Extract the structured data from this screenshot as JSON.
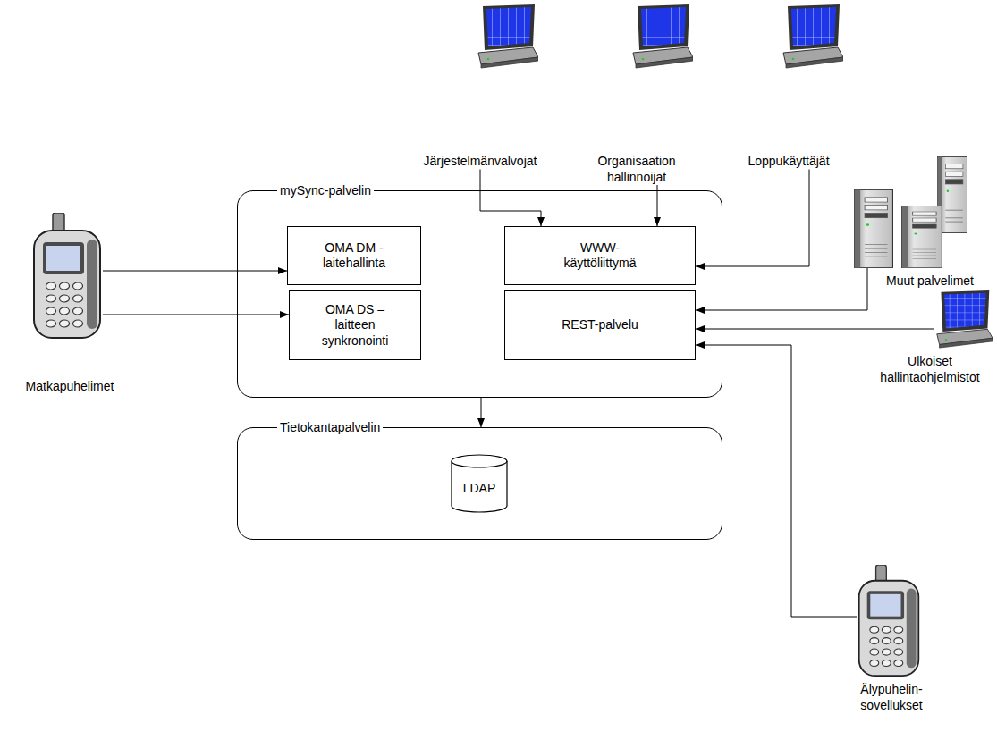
{
  "diagram": {
    "nodes": [
      {
        "text": [
          "Järjestelmänvalvojat"
        ]
      },
      {
        "text": [
          "Organisaation hallinnoijat"
        ]
      },
      {
        "text": [
          "Loppukäyttäjät"
        ]
      },
      {
        "text": [
          "Matkapuhelimet"
        ]
      },
      {
        "text": [
          "mySync-palvelin"
        ]
      },
      {
        "text": [
          "OMA DM - laitehallinta"
        ],
        "in": 4
      },
      {
        "text": [
          "WWW- käyttöliittymä"
        ],
        "in": 4
      },
      {
        "text": [
          "OMA DS – laitteen synkronointi"
        ],
        "in": 4
      },
      {
        "text": [
          "REST-palvelu"
        ],
        "in": 4
      },
      {
        "text": [
          "Muut palvelimet"
        ]
      },
      {
        "text": [
          "Ulkoiset hallintaohjelmistot"
        ]
      },
      {
        "text": [
          "Tietokantapalvelin"
        ]
      },
      {
        "text": [
          "LDAP"
        ],
        "in": 11
      },
      {
        "text": [
          "Älypuhelin- sovellukset"
        ]
      }
    ],
    "edges": [
      {
        "from": 0,
        "to": 6,
        "arrow": "to"
      },
      {
        "from": 1,
        "to": 6,
        "arrow": "to"
      },
      {
        "from": 2,
        "to": 6,
        "arrow": "to"
      },
      {
        "from": 3,
        "to": 5,
        "arrow": "to"
      },
      {
        "from": 3,
        "to": 7,
        "arrow": "to"
      },
      {
        "from": 9,
        "to": 8,
        "arrow": "to"
      },
      {
        "from": 10,
        "to": 8,
        "arrow": "to"
      },
      {
        "from": 13,
        "to": 8,
        "arrow": "to"
      },
      {
        "from": 4,
        "to": 11,
        "arrow": "to"
      }
    ]
  }
}
